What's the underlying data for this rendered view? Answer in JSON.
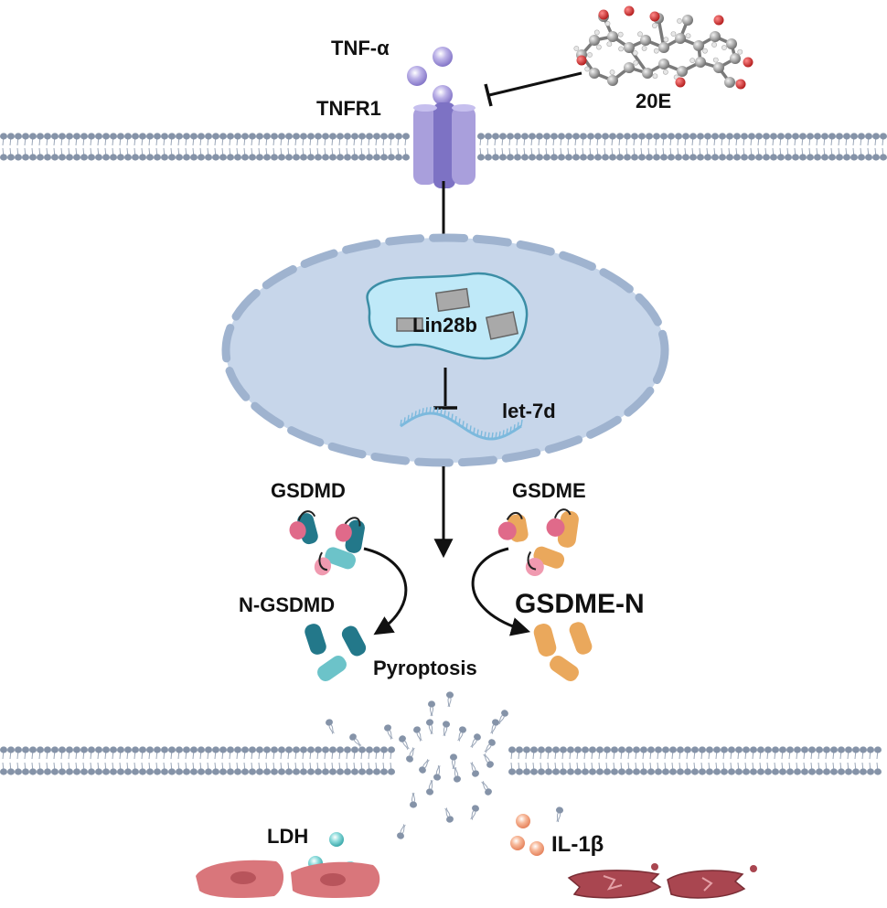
{
  "labels": {
    "tnf_alpha": "TNF-α",
    "tnfr1": "TNFR1",
    "compound": "20E",
    "lin28b": "Lin28b",
    "let7d": "let-7d",
    "gsdmd": "GSDMD",
    "gsdme": "GSDME",
    "n_gsdmd": "N-GSDMD",
    "gsdme_n": "GSDME-N",
    "pyroptosis": "Pyroptosis",
    "ldh": "LDH",
    "il1b": "IL-1β"
  },
  "colors": {
    "membrane_head": "#8593a8",
    "receptor": "#a99fdc",
    "receptor_dark": "#7d72c4",
    "ligand": "#a79ad8",
    "nucleus_fill": "#c7d6ea",
    "nucleus_rim": "#9fb3cf",
    "lin28b_fill": "#bfe9f8",
    "lin28b_edge": "#3c8ea6",
    "mrna": "#7cb9dd",
    "gsdmd_dark": "#23788a",
    "gsdmd_light": "#6cc3c9",
    "gsdme": "#eaa85c",
    "n_term_pink": "#e06a8a",
    "ldh": "#62c6c7",
    "il1b": "#f29a74",
    "cell_healthy": "#d9767b",
    "cell_dying": "#a94650"
  }
}
